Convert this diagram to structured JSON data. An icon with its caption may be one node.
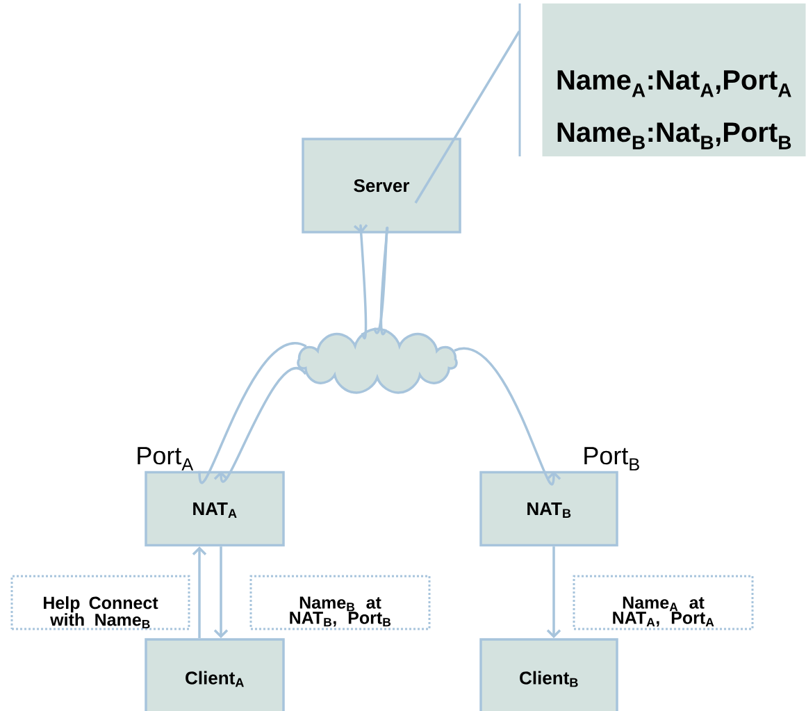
{
  "diagram": {
    "nodes": [
      {
        "text": [
          "Server"
        ]
      },
      {
        "text": [
          "Name$_{A}$:Nat$_{A}$,Port$_{A}$",
          "Name$_{B}$:Nat$_{B}$,Port$_{B}$"
        ]
      },
      {
        "text": [],
        "shape": "cloud"
      },
      {
        "text": [
          "NAT$_{A}$"
        ],
        "beside": [
          "Port$_{A}$"
        ]
      },
      {
        "text": [
          "NAT$_{B}$"
        ],
        "beside": [
          "Port$_{B}$"
        ]
      },
      {
        "text": [
          "Client$_{A}$"
        ]
      },
      {
        "text": [
          "Client$_{B}$"
        ]
      },
      {
        "text": [
          "Help Connect with Name$_{B}$"
        ]
      },
      {
        "text": [
          "Name$_{B}$ at NAT$_{B}$, Port$_{B}$"
        ]
      },
      {
        "text": [
          "Name$_{A}$ at NAT$_{A}$, Port$_{A}$"
        ]
      }
    ],
    "edges": [
      {
        "from": 2,
        "to": 0,
        "arrow": "to"
      },
      {
        "from": 0,
        "to": 2,
        "arrow": "none"
      },
      {
        "from": 0,
        "to": 2,
        "arrow": "none"
      },
      {
        "from": 3,
        "to": 2,
        "arrow": "none"
      },
      {
        "from": 2,
        "to": 3,
        "arrow": "to"
      },
      {
        "from": 2,
        "to": 4,
        "arrow": "to"
      },
      {
        "from": 5,
        "to": 3,
        "arrow": "to"
      },
      {
        "from": 3,
        "to": 5,
        "arrow": "to"
      },
      {
        "from": 4,
        "to": 6,
        "arrow": "to"
      },
      {
        "from": 1,
        "to": 0,
        "arrow": "none"
      }
    ]
  }
}
